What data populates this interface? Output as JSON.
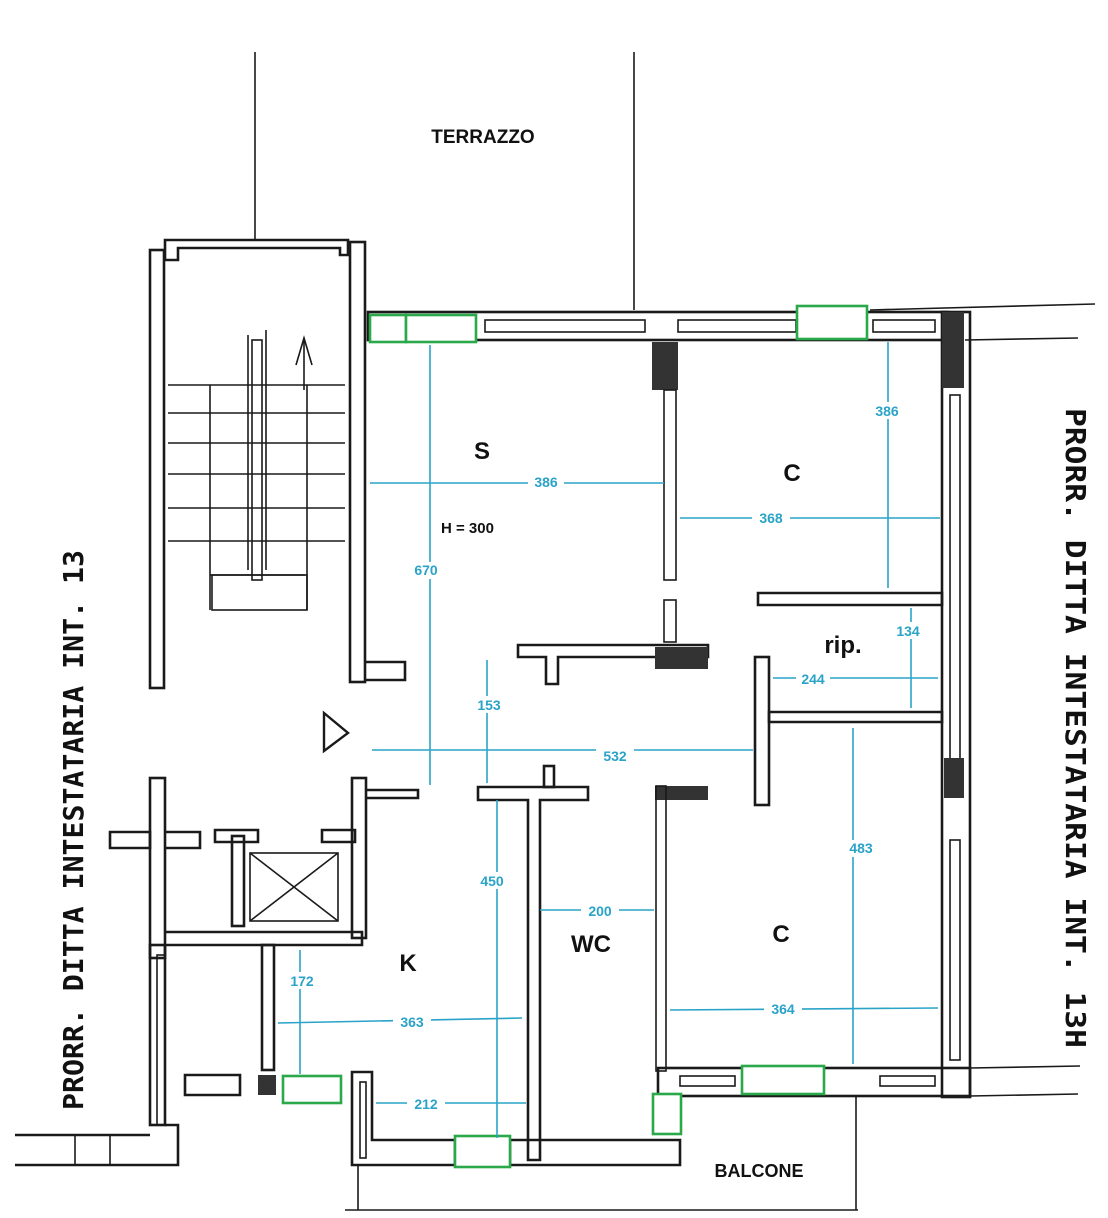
{
  "labels": {
    "terrazzo": "TERRAZZO",
    "balcone": "BALCONE",
    "height_note": "H = 300",
    "left_neighbor": "PRORR. DITTA INTESTATARIA INT. 13",
    "right_neighbor": "PRORR. DITTA INTESTATARIA INT. 13H"
  },
  "rooms": {
    "soggiorno": "S",
    "camera_top": "C",
    "ripostiglio": "rip.",
    "cucina": "K",
    "bagno": "WC",
    "camera_bottom": "C"
  },
  "dimensions": {
    "d386_s": "386",
    "d386_c": "386",
    "d368": "368",
    "d670": "670",
    "d134": "134",
    "d244": "244",
    "d153": "153",
    "d532": "532",
    "d450": "450",
    "d483": "483",
    "d200": "200",
    "d172": "172",
    "d363": "363",
    "d364": "364",
    "d212": "212"
  },
  "colors": {
    "dimension": "#2aa3c8",
    "window": "#2aa84a",
    "wall": "#1a1a1a"
  }
}
